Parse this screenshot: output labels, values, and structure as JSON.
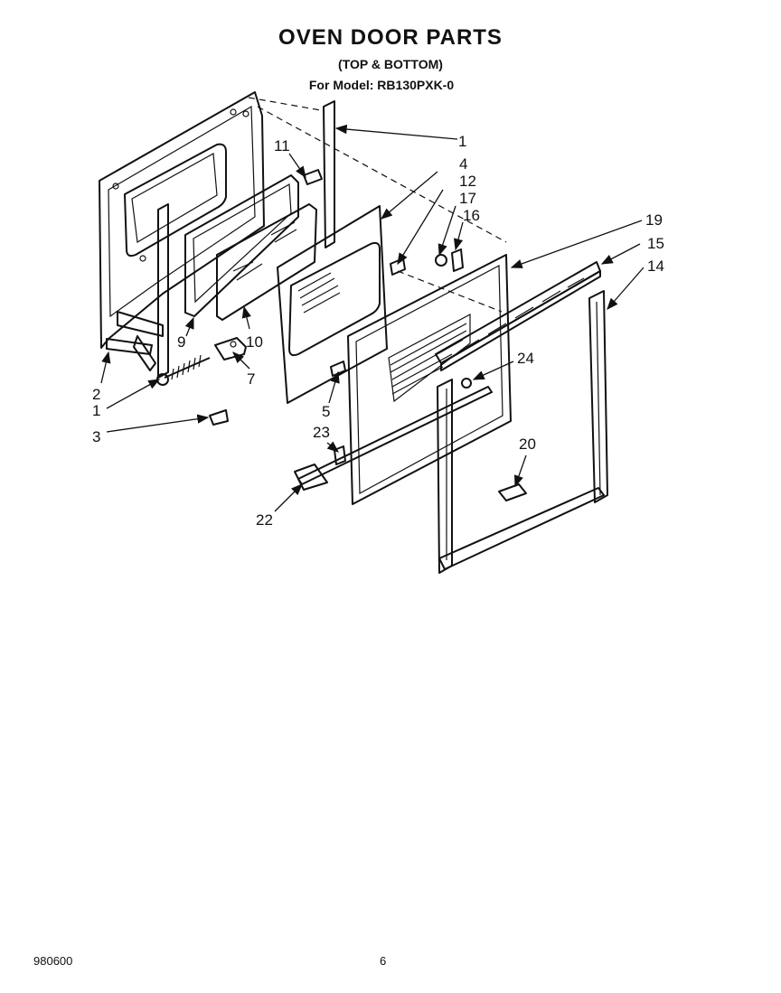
{
  "header": {
    "title": "OVEN DOOR PARTS",
    "subtitle": "(TOP & BOTTOM)",
    "model_line": "For Model: RB130PXK-0"
  },
  "callouts": {
    "c1a": "1",
    "c1b": "1",
    "c2": "2",
    "c3": "3",
    "c4": "4",
    "c5": "5",
    "c7": "7",
    "c9": "9",
    "c10": "10",
    "c11": "11",
    "c12": "12",
    "c14": "14",
    "c15": "15",
    "c16": "16",
    "c17": "17",
    "c19": "19",
    "c20": "20",
    "c22": "22",
    "c23": "23",
    "c24": "24"
  },
  "footer": {
    "code": "980600",
    "page": "6"
  }
}
